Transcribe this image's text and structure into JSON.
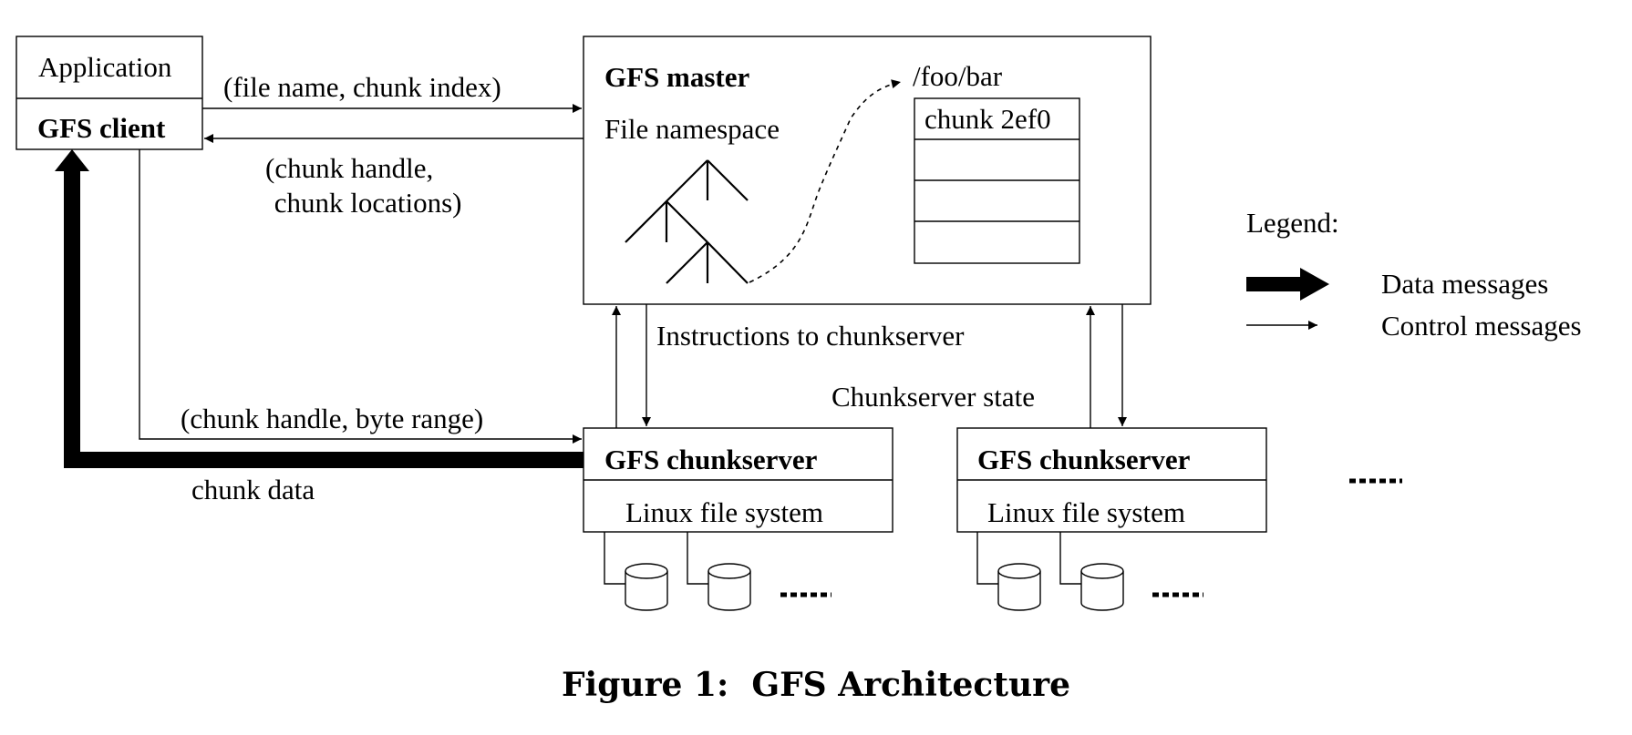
{
  "client": {
    "app_label": "Application",
    "client_label": "GFS client"
  },
  "master": {
    "title": "GFS master",
    "namespace_label": "File namespace",
    "path_label": "/foo/bar",
    "chunk_label": "chunk 2ef0"
  },
  "messages": {
    "request": "(file name, chunk index)",
    "reply_line1": "(chunk handle,",
    "reply_line2": " chunk locations)",
    "instructions": "Instructions to chunkserver",
    "state": "Chunkserver state",
    "read_request": "(chunk handle, byte range)",
    "chunk_data": "chunk data"
  },
  "chunkservers": [
    {
      "title": "GFS chunkserver",
      "fs_label": "Linux file system"
    },
    {
      "title": "GFS chunkserver",
      "fs_label": "Linux file system"
    }
  ],
  "legend": {
    "title": "Legend:",
    "data_label": "Data messages",
    "control_label": "Control messages"
  },
  "caption": "Figure 1:  GFS Architecture"
}
